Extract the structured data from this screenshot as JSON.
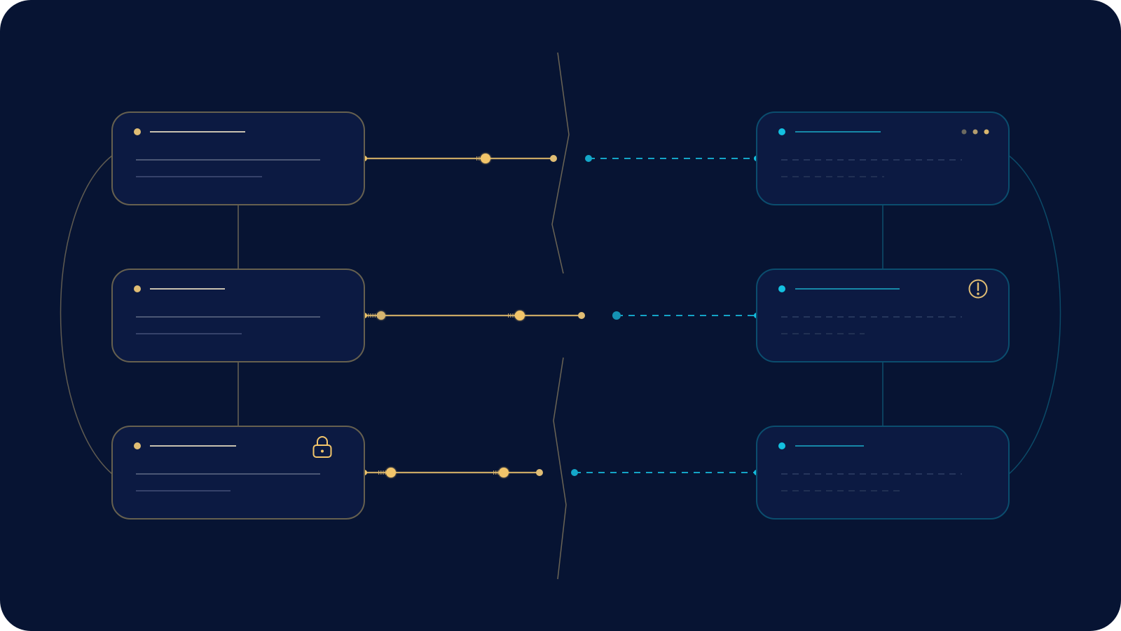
{
  "colors": {
    "background": "#071433",
    "card_fill": "#0c1a42",
    "gold": "#f2c56b",
    "gold_border": "#66604f",
    "gold_line_muted": "#6b6a72",
    "gray_line": "#4c5775",
    "cyan": "#13c0e0",
    "cyan_dim": "#1788a8",
    "teal_border": "#0b4d6e",
    "teal_line": "#0d3f5f",
    "divider": "#6a6455"
  },
  "icons": {
    "lock": "lock-icon",
    "alert": "alert-circle-icon",
    "more": "more-dots-icon"
  },
  "left_nodes": [
    {
      "id": "left-card-1",
      "status_color": "gold"
    },
    {
      "id": "left-card-2",
      "status_color": "gold"
    },
    {
      "id": "left-card-3",
      "status_color": "gold",
      "icon": "lock-icon"
    }
  ],
  "right_nodes": [
    {
      "id": "right-card-1",
      "status_color": "cyan",
      "icon": "more-dots-icon"
    },
    {
      "id": "right-card-2",
      "status_color": "cyan",
      "icon": "alert-circle-icon"
    },
    {
      "id": "right-card-3",
      "status_color": "cyan"
    }
  ],
  "connections": [
    {
      "from": "left-card-1",
      "to": "right-card-1",
      "left_style": "solid",
      "right_style": "dashed"
    },
    {
      "from": "left-card-2",
      "to": "right-card-2",
      "left_style": "solid",
      "right_style": "dashed"
    },
    {
      "from": "left-card-3",
      "to": "right-card-3",
      "left_style": "solid",
      "right_style": "dashed"
    }
  ]
}
